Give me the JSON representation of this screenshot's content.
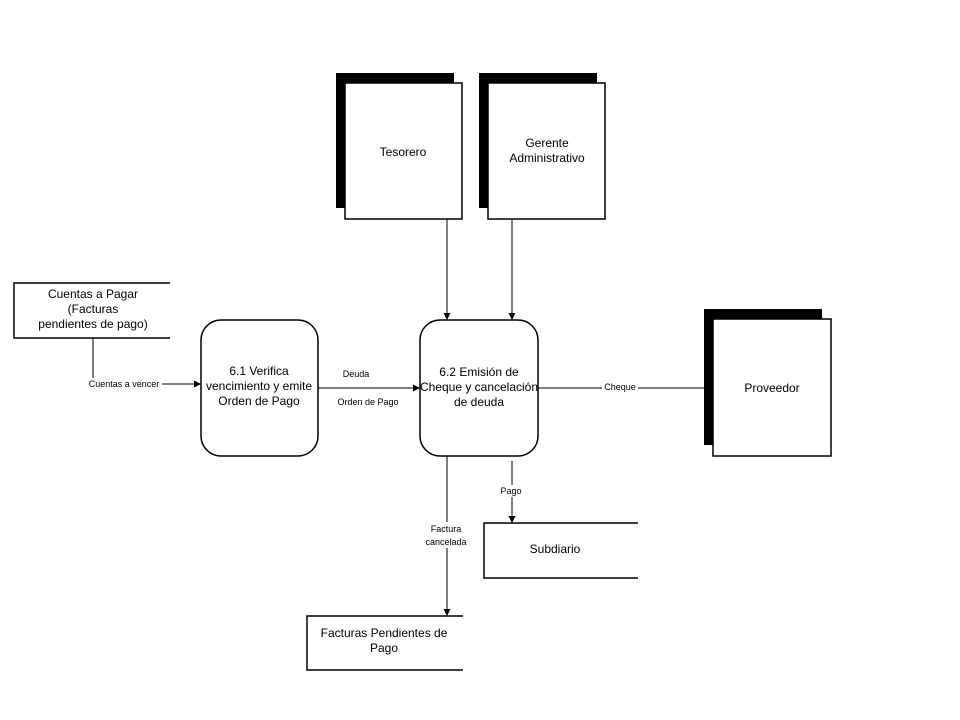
{
  "entities": {
    "tesorero": "Tesorero",
    "gerente": [
      "Gerente",
      "Administrativo"
    ],
    "proveedor": "Proveedor"
  },
  "stores": {
    "cuentas_a_pagar": [
      "Cuentas a Pagar",
      "(Facturas",
      "pendientes de pago)"
    ],
    "subdiario": "Subdiario",
    "facturas_pendientes": [
      "Facturas Pendientes de",
      "Pago"
    ]
  },
  "processes": {
    "p61": [
      "6.1 Verifica",
      "vencimiento y emite",
      "Orden de Pago"
    ],
    "p62": [
      "6.2 Emisión de",
      "Cheque y cancelación",
      "de deuda"
    ]
  },
  "flows": {
    "cuentas_a_vencer": "Cuentas a vencer",
    "deuda": "Deuda",
    "orden_de_pago": "Orden de Pago",
    "cheque": "Cheque",
    "pago": "Pago",
    "factura_cancelada": [
      "Factura",
      "cancelada"
    ]
  }
}
